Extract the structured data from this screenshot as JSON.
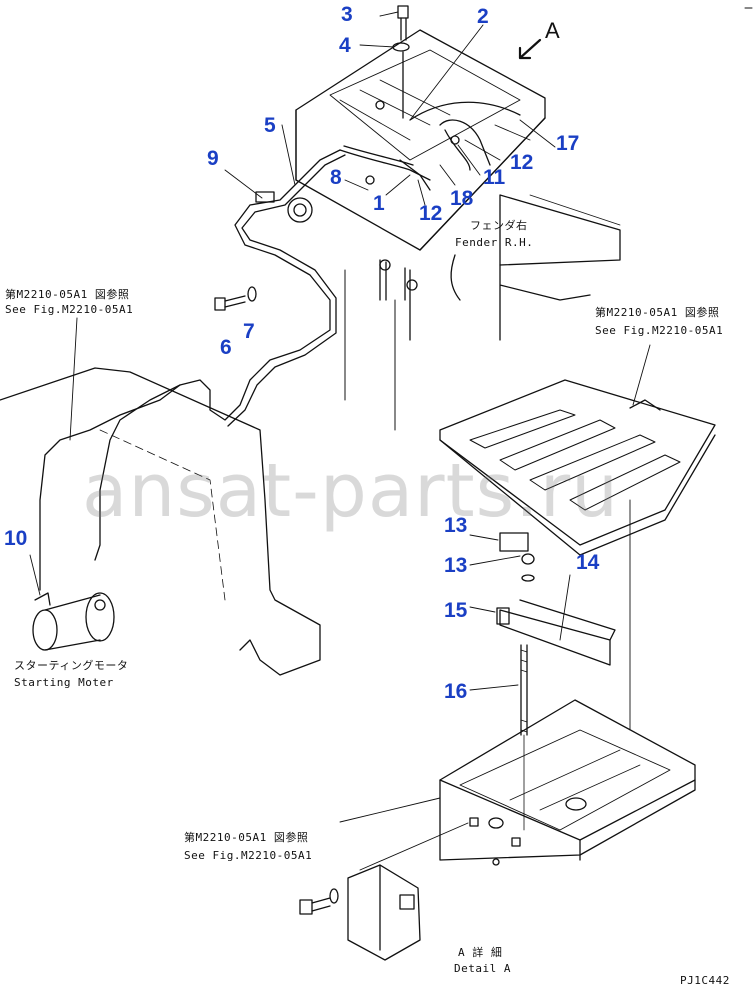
{
  "callouts": [
    "1",
    "2",
    "3",
    "4",
    "5",
    "6",
    "7",
    "8",
    "9",
    "10",
    "11",
    "12",
    "12",
    "13",
    "13",
    "14",
    "15",
    "16",
    "17",
    "18"
  ],
  "arrow_label": "A",
  "notes": {
    "fender_jp": "フェンダ右",
    "fender_en": "Fender R.H.",
    "ref_top_left_jp": "第M2210-05A1 図参照",
    "ref_top_left_en": "See Fig.M2210-05A1",
    "ref_right_jp": "第M2210-05A1 図参照",
    "ref_right_en": "See Fig.M2210-05A1",
    "ref_bottom_jp": "第M2210-05A1 図参照",
    "ref_bottom_en": "See Fig.M2210-05A1",
    "starter_jp": "スターティングモータ",
    "starter_en": "Starting Moter",
    "detail_jp": "A 詳 細",
    "detail_en": "Detail A",
    "code": "PJ1C442"
  },
  "watermark": "ansat-parts.ru",
  "colors": {
    "callout": "#1a3fc4",
    "line": "#111111"
  }
}
